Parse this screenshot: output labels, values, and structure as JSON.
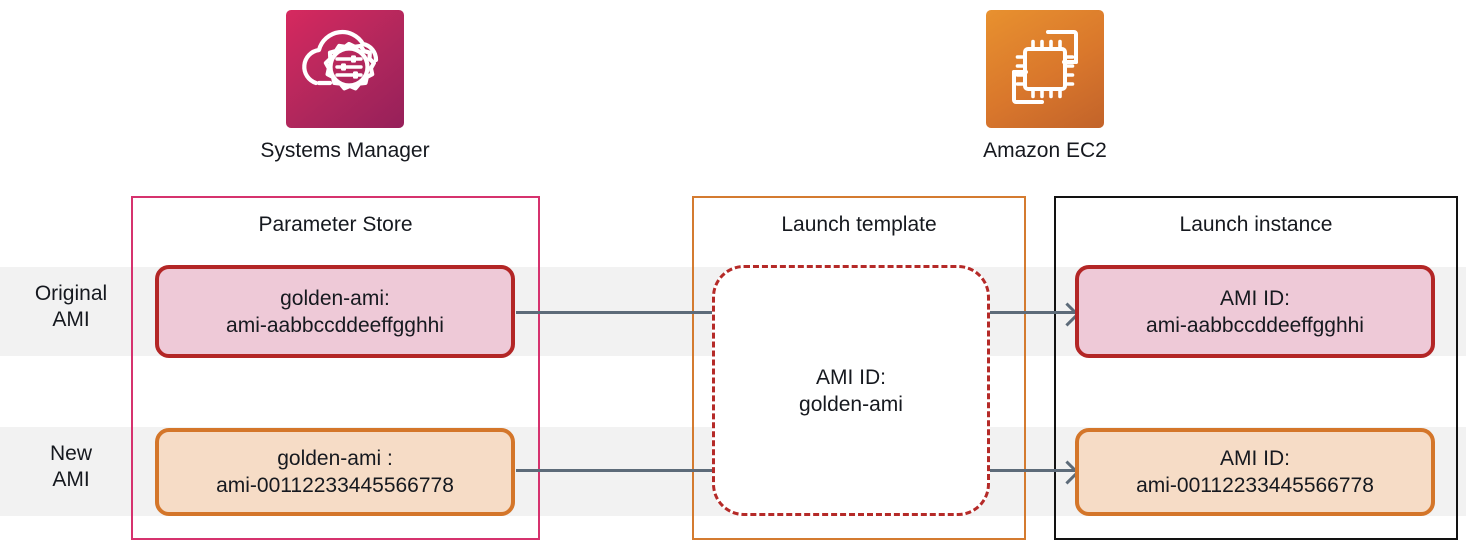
{
  "diagram": {
    "services": [
      {
        "id": "systems-manager",
        "caption": "Systems Manager",
        "icon": "aws-systems-manager-icon",
        "color": "#c0275d"
      },
      {
        "id": "amazon-ec2",
        "caption": "Amazon EC2",
        "icon": "aws-ec2-icon",
        "color": "#d9772c"
      }
    ],
    "row_labels": [
      {
        "id": "original-ami",
        "line1": "Original",
        "line2": "AMI"
      },
      {
        "id": "new-ami",
        "line1": "New",
        "line2": "AMI"
      }
    ],
    "containers": [
      {
        "id": "parameter-store",
        "title": "Parameter Store",
        "border_color": "#d6326e"
      },
      {
        "id": "launch-template",
        "title": "Launch template",
        "border_color": "#d47b30"
      },
      {
        "id": "launch-instance",
        "title": "Launch instance",
        "border_color": "#121212"
      }
    ],
    "parameter_store": {
      "original": {
        "line1": "golden-ami:",
        "line2": "ami-aabbccddeeffgghhi",
        "fill": "#eec9d7",
        "border": "#b32626"
      },
      "new": {
        "line1": "golden-ami :",
        "line2": "ami-00112233445566778",
        "fill": "#f6dcc6",
        "border": "#d4762a"
      }
    },
    "launch_template": {
      "line1": "AMI ID:",
      "line2": "golden-ami",
      "border": "#b52a28",
      "border_style": "dashed"
    },
    "launch_instance": {
      "original": {
        "line1": "AMI ID:",
        "line2": "ami-aabbccddeeffgghhi",
        "fill": "#eec9d7",
        "border": "#b32626"
      },
      "new": {
        "line1": "AMI ID:",
        "line2": "ami-00112233445566778",
        "fill": "#f6dcc6",
        "border": "#d4762a"
      }
    },
    "connector_color": "#5d6b79",
    "band_color": "#f2f2f2"
  }
}
